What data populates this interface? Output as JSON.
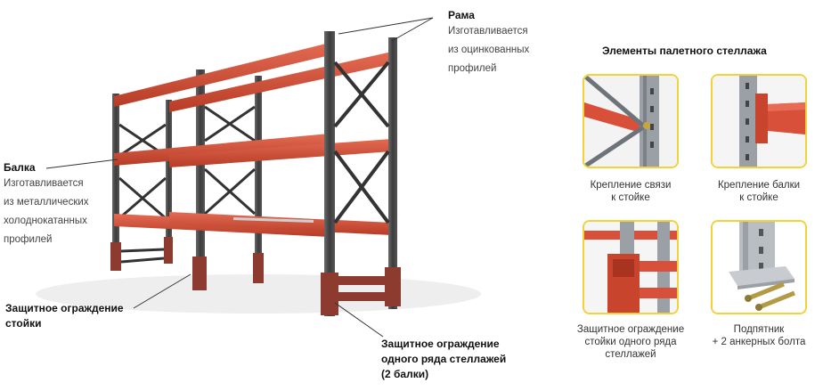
{
  "labels": {
    "rama": {
      "title": "Рама",
      "lines": [
        "Изготавливается",
        "из оцинкованных",
        "профилей"
      ]
    },
    "balka": {
      "title": "Балка",
      "lines": [
        "Изготавливается",
        "из металлических",
        "холоднокатанных",
        "профилей"
      ]
    },
    "guard_post": {
      "lines": [
        "Защитное ограждение",
        "стойки"
      ]
    },
    "guard_row": {
      "lines": [
        "Защитное ограждение",
        "одного ряда стеллажей",
        "(2 балки)"
      ]
    }
  },
  "panel": {
    "title": "Элементы палетного стеллажа",
    "items": [
      {
        "lines": [
          "Крепление связи",
          "к стойке"
        ]
      },
      {
        "lines": [
          "Крепление балки",
          "к стойке"
        ]
      },
      {
        "lines": [
          "Защитное ограждение",
          "стойки одного ряда",
          "стеллажей"
        ]
      },
      {
        "lines": [
          "Подпятник",
          "+ 2 анкерных болта"
        ]
      }
    ]
  },
  "colors": {
    "beam": "#d9503a",
    "beam_dark": "#a8341f",
    "upright": "#4a4a4a",
    "upright_dark": "#2e2e2e",
    "guard": "#8e3b2f",
    "thumb_border": "#f1d23a",
    "galvanized": "#b9bec3"
  }
}
